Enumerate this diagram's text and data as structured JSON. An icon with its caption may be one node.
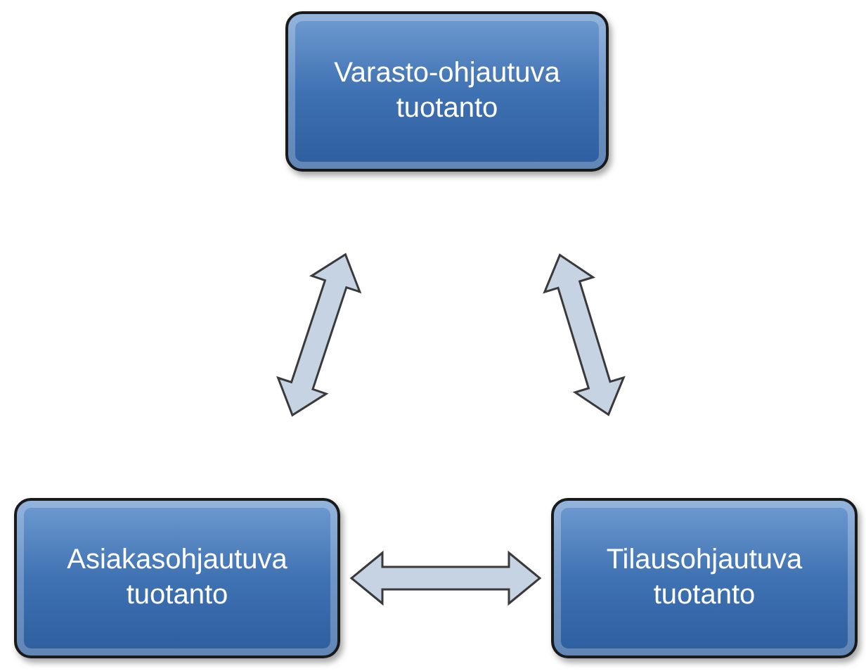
{
  "diagram": {
    "nodes": [
      {
        "text": [
          "Varasto-ohjautuva tuotanto"
        ]
      },
      {
        "text": [
          "Asiakasohjautuva tuotanto"
        ]
      },
      {
        "text": [
          "Tilausohjautuva tuotanto"
        ]
      }
    ],
    "edges": [
      {
        "from": 1,
        "to": 0,
        "arrow": "both"
      },
      {
        "from": 0,
        "to": 2,
        "arrow": "both"
      },
      {
        "from": 1,
        "to": 2,
        "arrow": "both"
      }
    ]
  }
}
